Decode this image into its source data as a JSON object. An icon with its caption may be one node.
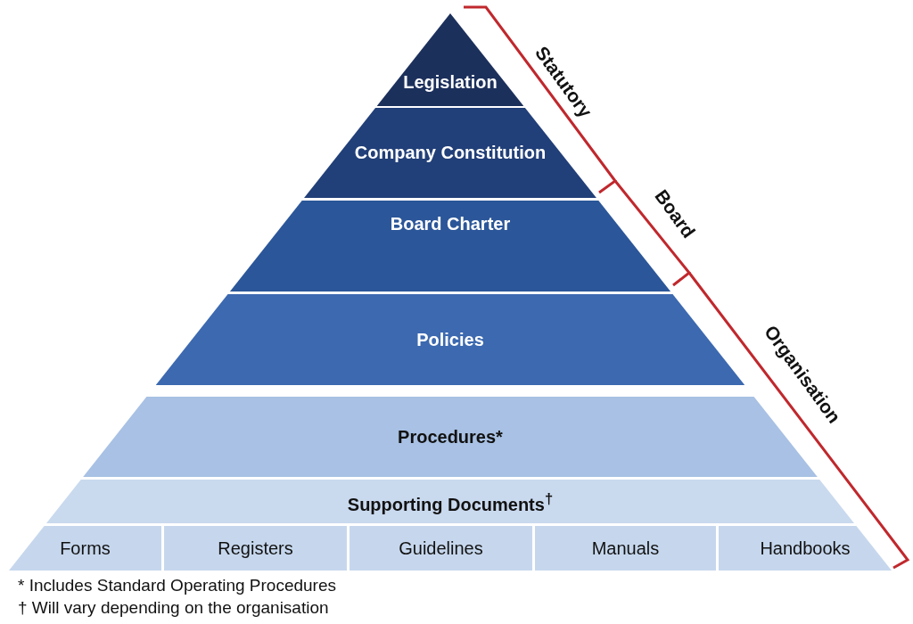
{
  "diagram": {
    "nodes": [
      {
        "text": [
          "Legislation"
        ]
      },
      {
        "text": [
          "Company Constitution"
        ]
      },
      {
        "text": [
          "Board Charter"
        ]
      },
      {
        "text": [
          "Policies"
        ]
      },
      {
        "text": [
          "Procedures*"
        ]
      },
      {
        "text": [
          "Supporting Documents$^{†}$"
        ]
      },
      {
        "text": [
          "Forms"
        ]
      },
      {
        "text": [
          "Registers"
        ]
      },
      {
        "text": [
          "Guidelines"
        ]
      },
      {
        "text": [
          "Manuals"
        ]
      },
      {
        "text": [
          "Handbooks"
        ]
      }
    ],
    "labels": [
      "Statutory",
      "Board",
      "Organisation",
      "* Includes Standard Operating Procedures",
      "† Will vary depending on the organisation"
    ]
  }
}
